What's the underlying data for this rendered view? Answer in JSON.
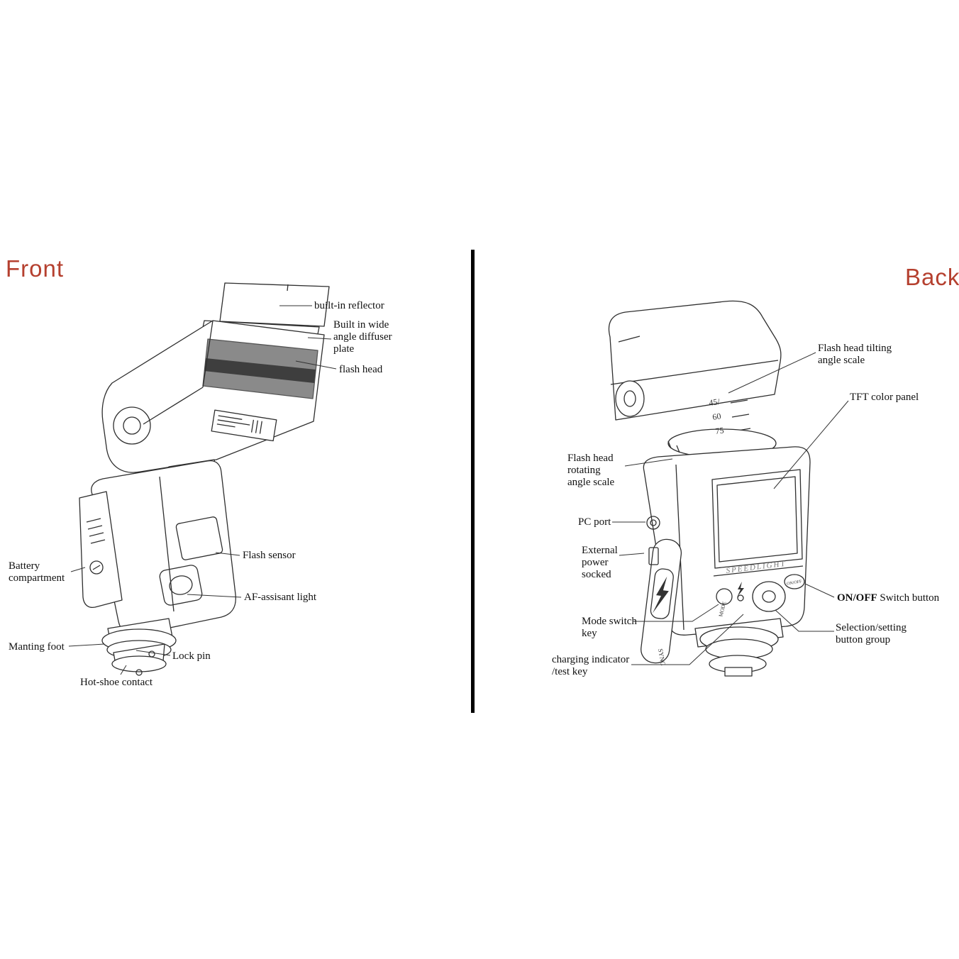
{
  "page": {
    "front_title": "Front",
    "back_title": "Back",
    "accent_color": "#b5402f"
  },
  "front": {
    "labels": {
      "built_in_reflector": "built-in reflector",
      "diffuser_plate": "Built in wide\nangle diffuser\nplate",
      "flash_head": "flash head",
      "flash_sensor": "Flash sensor",
      "af_assistant_light": "AF-assisant light",
      "battery_compartment": "Battery\ncompartment",
      "mounting_foot": "Manting foot",
      "lock_pin": "Lock pin",
      "hot_shoe_contact": "Hot-shoe contact"
    }
  },
  "back": {
    "labels": {
      "tilting_angle_scale": "Flash head tilting\nangle scale",
      "tft_color_panel": "TFT color panel",
      "rotating_angle_scale": "Flash head\nrotating\nangle scale",
      "pc_port": "PC port",
      "external_power": "External\npower\nsocked",
      "mode_switch_key": "Mode switch\nkey",
      "charging_indicator": "charging indicator\n/test key",
      "onoff_bold": "ON/OFF",
      "onoff_rest": " Switch button",
      "selection_setting": "Selection/setting\nbutton group"
    },
    "device": {
      "scale_45": "45/",
      "scale_60": "60",
      "scale_75": "75",
      "brand": "SPEEDLIGHT",
      "mode_btn": "MODE",
      "onoff_btn": "ON/OFF",
      "sync": "SYNC"
    }
  }
}
